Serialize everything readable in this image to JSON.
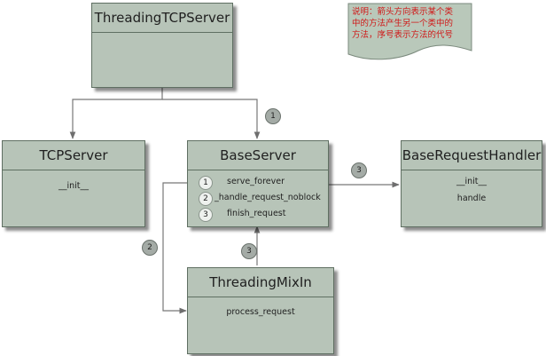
{
  "note": {
    "lines": [
      "说明：箭头方向表示某个类",
      "中的方法产生另一个类中的",
      "方法，序号表示方法的代号"
    ],
    "color": "#d01818",
    "background": "#b9c8ba"
  },
  "classes": {
    "threading_tcp_server": {
      "name": "ThreadingTCPServer",
      "methods": []
    },
    "tcp_server": {
      "name": "TCPServer",
      "methods": [
        "__init__"
      ]
    },
    "base_server": {
      "name": "BaseServer",
      "methods": [
        {
          "num": "1",
          "label": "serve_forever"
        },
        {
          "num": "2",
          "label": "_handle_request_noblock"
        },
        {
          "num": "3",
          "label": "finish_request"
        }
      ]
    },
    "base_request_handler": {
      "name": "BaseRequestHandler",
      "methods": [
        "__init__",
        "handle"
      ]
    },
    "threading_mix_in": {
      "name": "ThreadingMixIn",
      "methods": [
        "process_request"
      ]
    }
  },
  "connectors": {
    "to_base_server": "1",
    "to_threading_mix_in": "2",
    "to_base_request_handler": "3",
    "mix_in_to_base_server": "3"
  }
}
